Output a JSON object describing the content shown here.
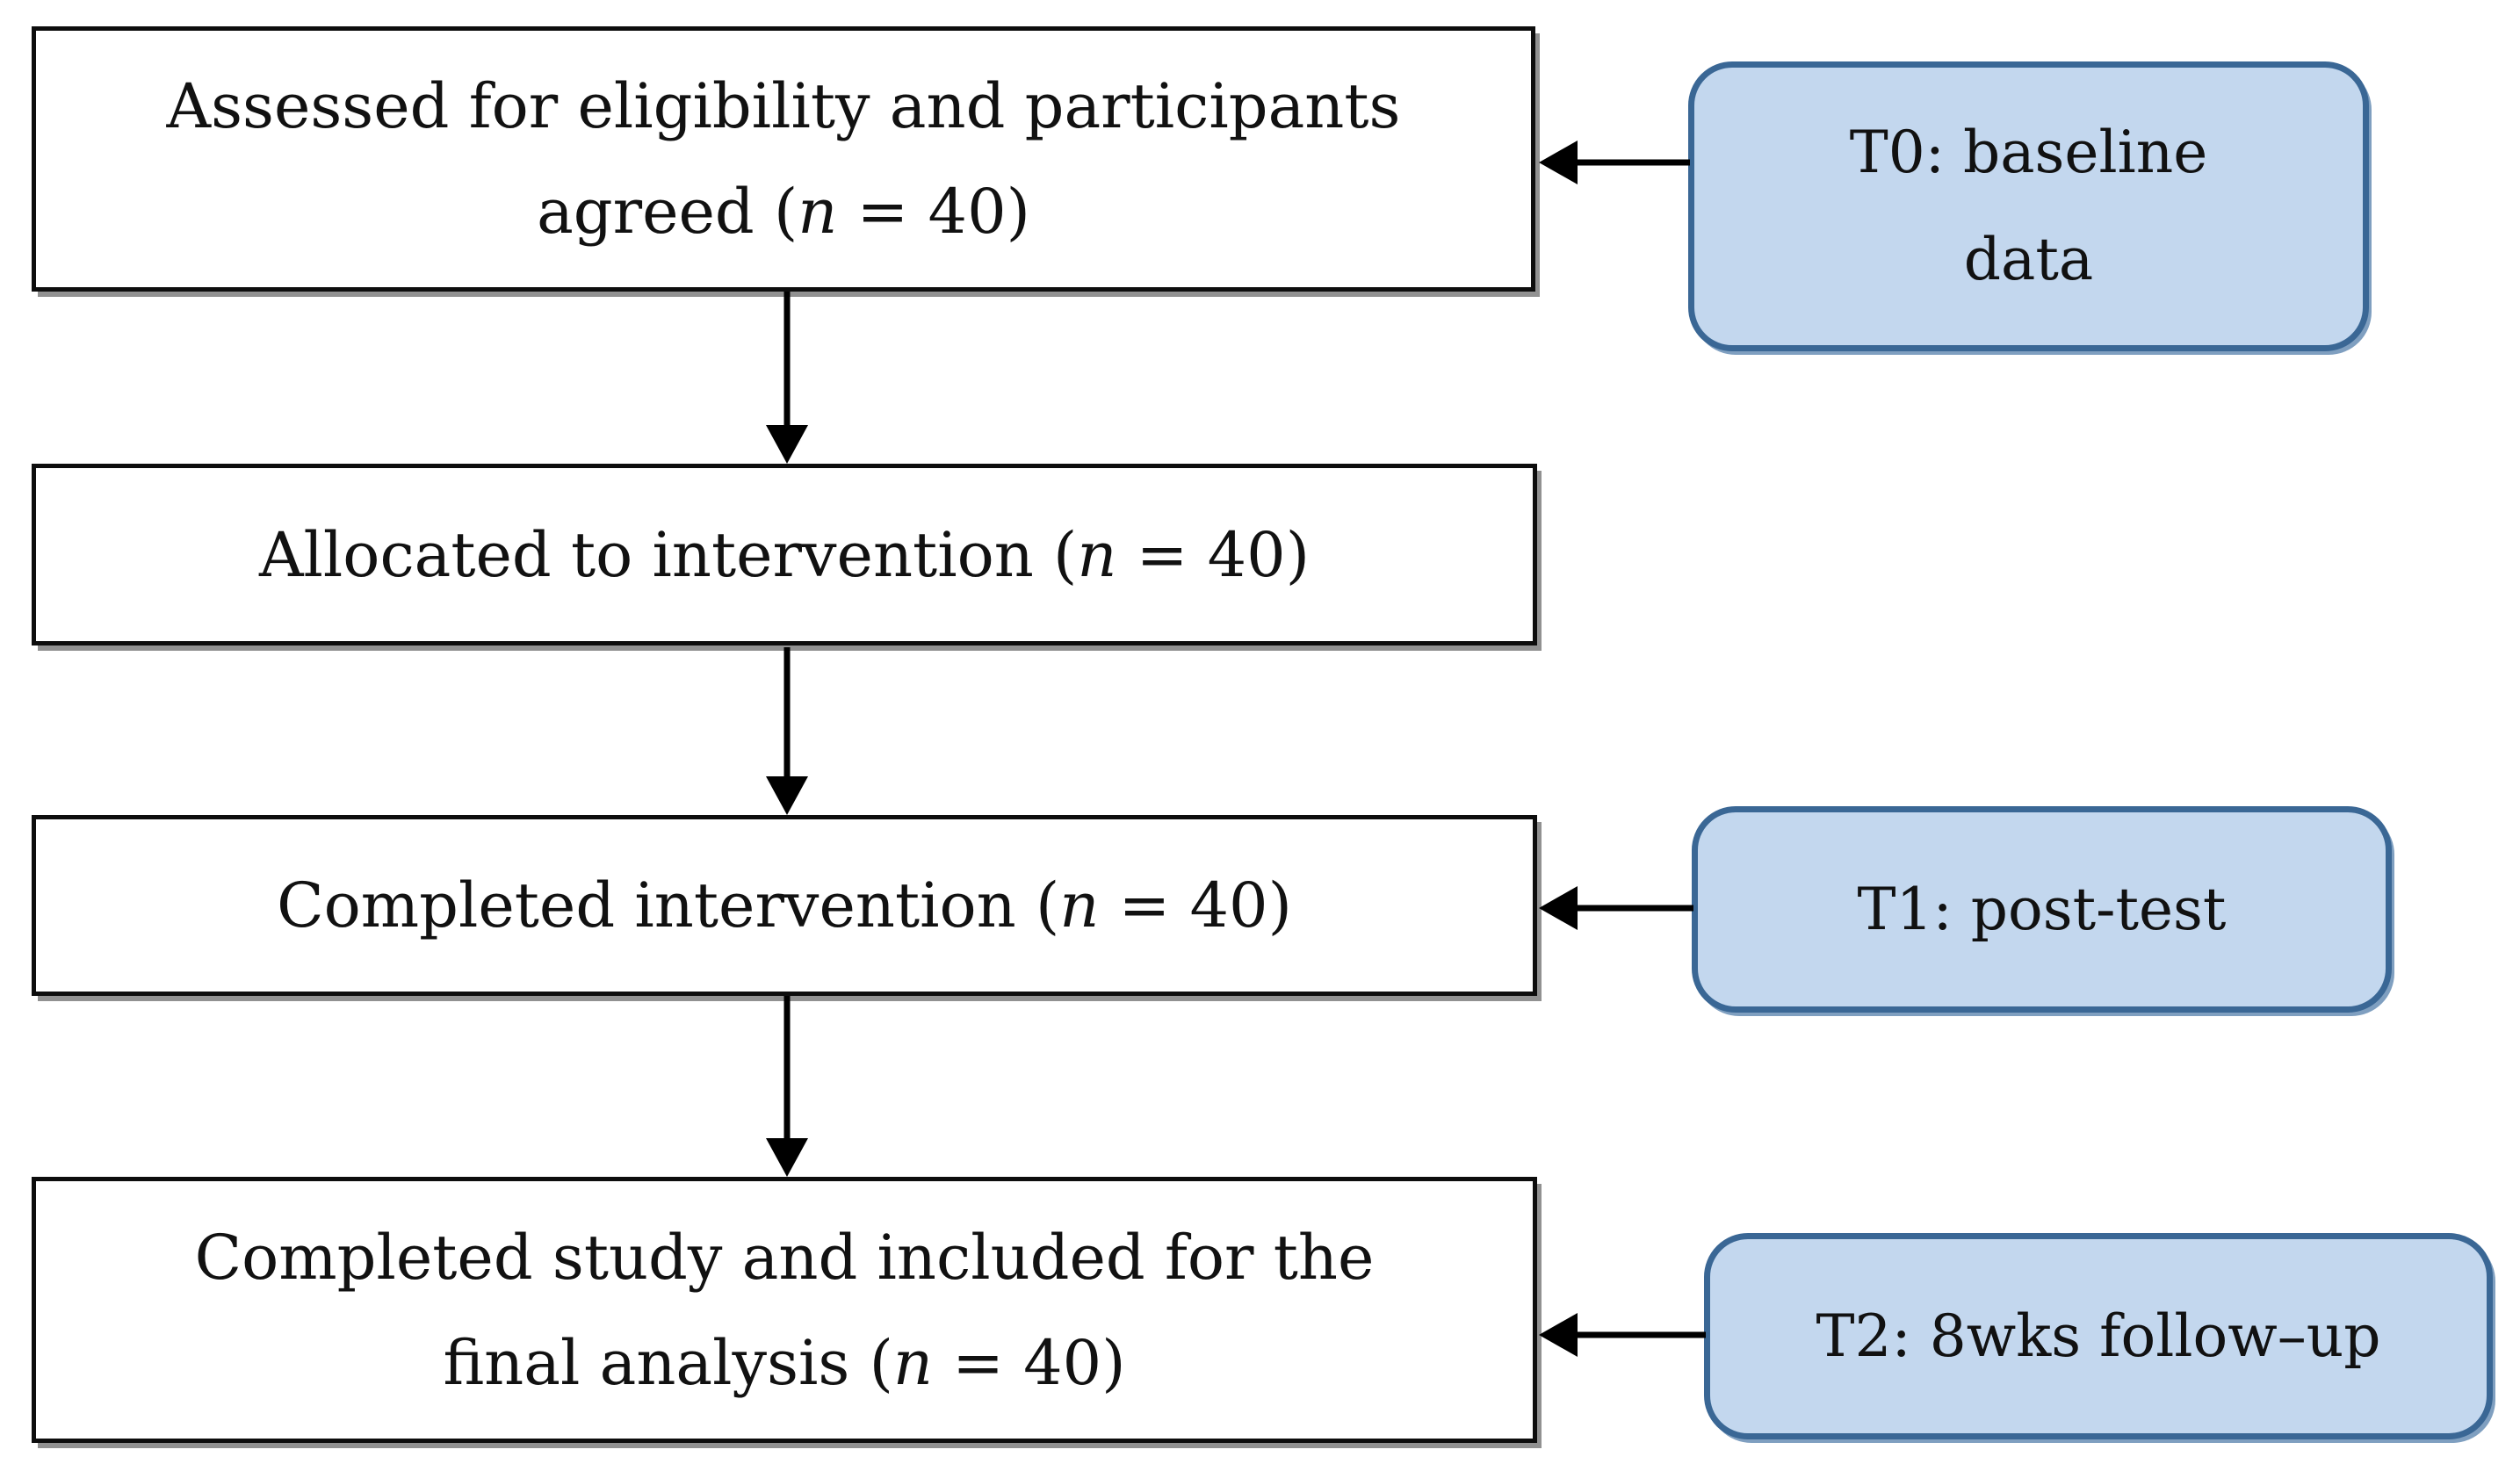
{
  "diagram": {
    "type": "flowchart",
    "flow_boxes": [
      {
        "id": "assessed",
        "lines": [
          {
            "pre": "Assessed for eligibility and participants",
            "var": "",
            "post": ""
          },
          {
            "pre": "agreed (",
            "var": "n",
            "post": " = 40)"
          }
        ]
      },
      {
        "id": "allocated",
        "lines": [
          {
            "pre": "Allocated to intervention (",
            "var": "n",
            "post": " = 40)"
          }
        ]
      },
      {
        "id": "completed-intervention",
        "lines": [
          {
            "pre": "Completed intervention (",
            "var": "n",
            "post": " = 40)"
          }
        ]
      },
      {
        "id": "completed-study",
        "lines": [
          {
            "pre": "Completed study and included for the",
            "var": "",
            "post": ""
          },
          {
            "pre": "final analysis (",
            "var": "n",
            "post": " = 40)"
          }
        ]
      }
    ],
    "time_boxes": [
      {
        "id": "t0",
        "lines": [
          "T0: baseline",
          "data"
        ]
      },
      {
        "id": "t1",
        "lines": [
          "T1: post-test"
        ]
      },
      {
        "id": "t2",
        "lines": [
          "T2: 8wks follow–up"
        ]
      }
    ],
    "colors": {
      "background": "#ffffff",
      "flow_box_fill": "#ffffff",
      "flow_box_border": "#0d0d0d",
      "flow_box_shadow": "#919191",
      "time_box_fill": "#c3d7ee",
      "time_box_border": "#3a6795",
      "arrow": "#000000",
      "text": "#111111"
    }
  }
}
